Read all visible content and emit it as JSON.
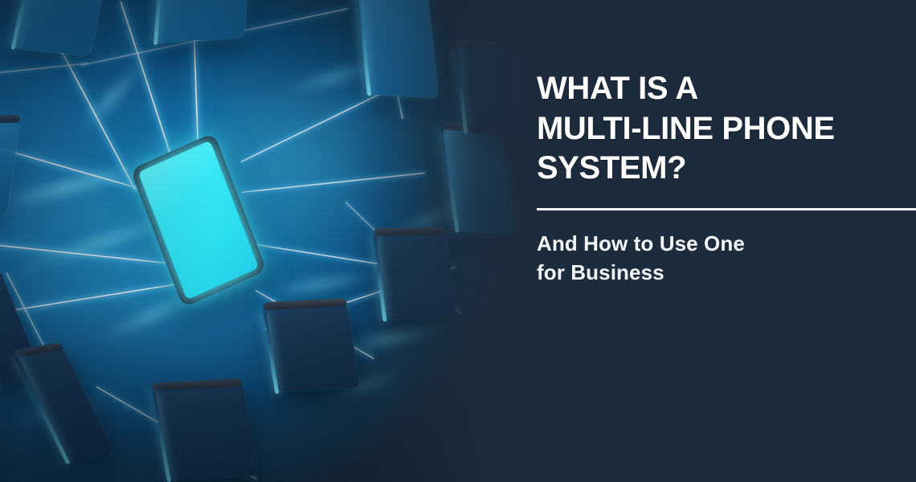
{
  "banner": {
    "headline_lines": [
      "WHAT IS A",
      "MULTI-LINE PHONE",
      "SYSTEM?"
    ],
    "subheading_lines": [
      "And How to Use One",
      "for Business"
    ],
    "colors": {
      "panel_background": "#1d2c3d",
      "headline_text": "#ffffff",
      "divider": "#ffffff",
      "neon_accent": "#5df4fb",
      "scene_blue": "#176ea6",
      "phone_dark": "#16304f"
    },
    "illustration": {
      "alt": "Isometric network of smartphones connected by glowing neon lines, with one bright cyan phone at the center",
      "hero_device": "glowing-cyan-smartphone",
      "device_count": 12
    }
  }
}
